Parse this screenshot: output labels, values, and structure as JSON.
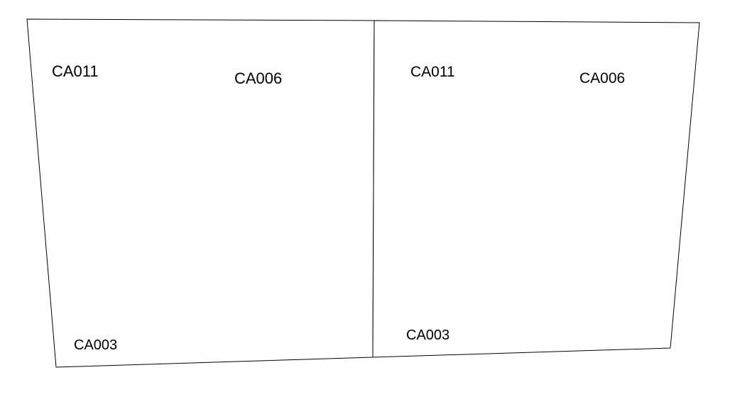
{
  "panels": [
    {
      "labels": {
        "top_left": "CA011",
        "top_right": "CA006",
        "bottom_left": "CA003"
      }
    },
    {
      "labels": {
        "top_left": "CA011",
        "top_right": "CA006",
        "bottom_left": "CA003"
      }
    }
  ],
  "colors": {
    "stroke": "#000000",
    "background": "#ffffff"
  }
}
